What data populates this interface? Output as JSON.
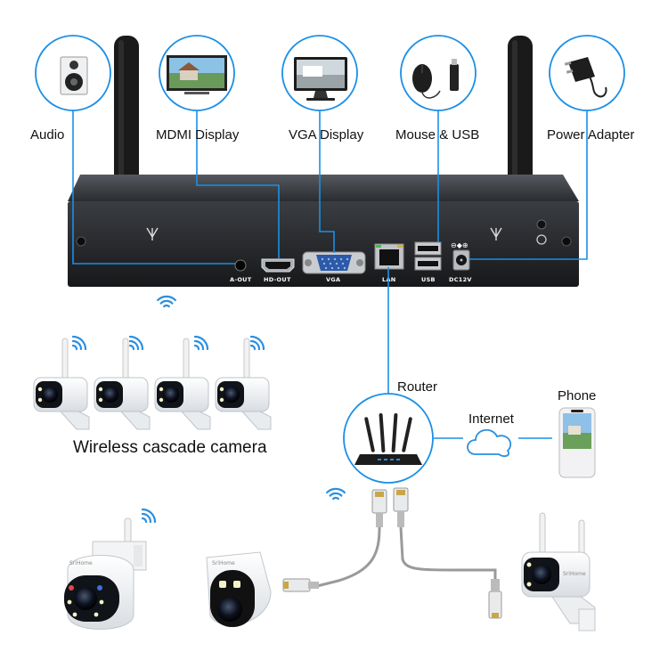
{
  "labels": {
    "audio": "Audio",
    "hdmi_display": "MDMI Display",
    "vga_display": "VGA Display",
    "mouse_usb": "Mouse & USB",
    "power_adapter": "Power Adapter",
    "router": "Router",
    "internet": "Internet",
    "phone": "Phone",
    "wireless_cascade": "Wireless cascade camera"
  },
  "ports": {
    "aout": "A-OUT",
    "hdout": "HD-OUT",
    "vga": "VGA",
    "lan": "LAN",
    "usb": "USB",
    "dc": "DC12V"
  },
  "brand": "SriHome",
  "colors": {
    "line": "#1b8fe6",
    "nvr_body": "#202225",
    "antenna": "#1a1a1a",
    "wifi": "#2a8fe0",
    "cable": "#9a9a9a"
  },
  "icons": [
    "speaker-icon",
    "monitor-icon",
    "mouse-icon",
    "usb-drive-icon",
    "power-adapter-icon",
    "router-icon",
    "cloud-icon",
    "phone-icon",
    "wifi-icon",
    "camera-icon",
    "ethernet-plug-icon"
  ]
}
